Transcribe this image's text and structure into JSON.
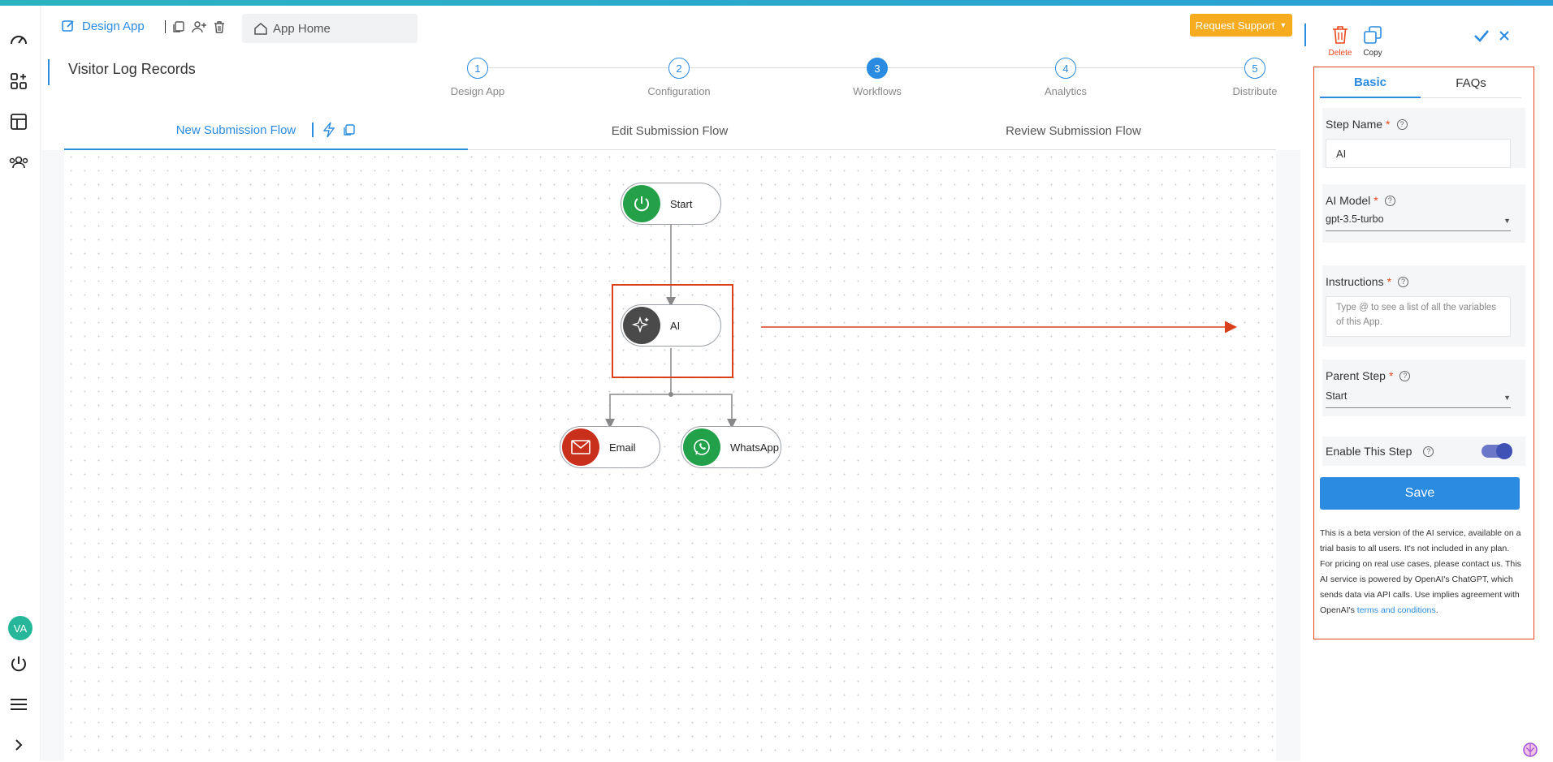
{
  "header": {
    "design_app": "Design App",
    "app_home": "App Home",
    "request_support": "Request Support",
    "title": "Visitor Log Records"
  },
  "stepper": [
    {
      "num": "1",
      "label": "Design App"
    },
    {
      "num": "2",
      "label": "Configuration"
    },
    {
      "num": "3",
      "label": "Workflows",
      "active": true
    },
    {
      "num": "4",
      "label": "Analytics"
    },
    {
      "num": "5",
      "label": "Distribute"
    }
  ],
  "tabs": [
    "New Submission Flow",
    "Edit Submission Flow",
    "Review Submission Flow"
  ],
  "nodes": {
    "start": "Start",
    "ai": "AI",
    "email": "Email",
    "whatsapp": "WhatsApp"
  },
  "user": {
    "initials": "VA"
  },
  "panel": {
    "delete": "Delete",
    "copy": "Copy",
    "tabs": [
      "Basic",
      "FAQs"
    ],
    "step_name_label": "Step Name",
    "step_name_value": "AI",
    "ai_model_label": "AI Model",
    "ai_model_value": "gpt-3.5-turbo",
    "instructions_label": "Instructions",
    "instructions_placeholder": "Type @ to see a list of all the variables of this App.",
    "parent_step_label": "Parent Step",
    "parent_step_value": "Start",
    "enable_label": "Enable This Step",
    "save": "Save",
    "note": "This is a beta version of the AI service, available on a trial basis to all users. It's not included in any plan. For pricing on real use cases, please contact us. This AI service is powered by OpenAI's ChatGPT, which sends data via API calls. Use implies agreement with OpenAI's",
    "terms": "terms and conditions",
    "note_end": "."
  },
  "colors": {
    "accent": "#2a8be0",
    "start": "#24a148",
    "ai": "#4a4a4a",
    "email": "#c9301c",
    "whatsapp": "#23a14a",
    "highlight": "#e8461b",
    "request_support": "#f7ab1e"
  }
}
